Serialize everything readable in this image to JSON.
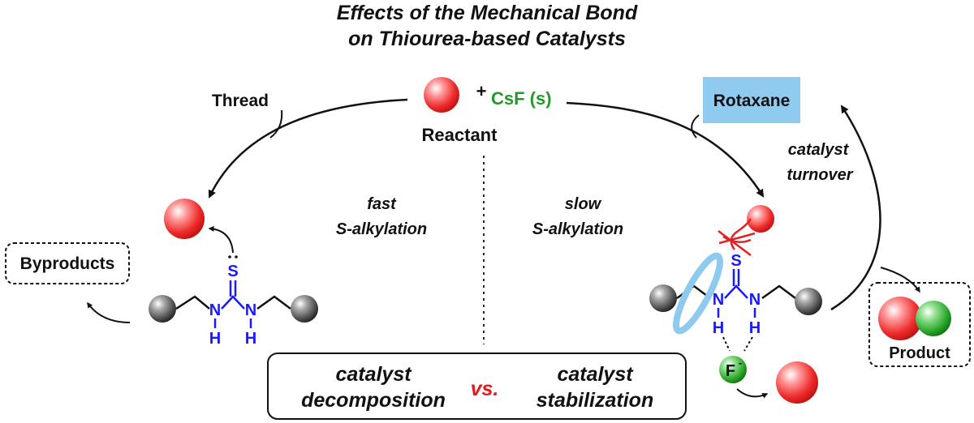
{
  "title": {
    "line1": "Effects of the Mechanical Bond",
    "line2": "on Thiourea-based Catalysts"
  },
  "labels": {
    "reactant": "Reactant",
    "plus": "+",
    "csf": "CsF (s)",
    "thread": "Thread",
    "rotaxane": "Rotaxane",
    "byproducts": "Byproducts",
    "product": "Product",
    "fast_line1": "fast",
    "fast_line2": "S-alkylation",
    "slow_line1": "slow",
    "slow_line2": "S-alkylation",
    "turnover_line1": "catalyst",
    "turnover_line2": "turnover"
  },
  "comparison": {
    "left_line1": "catalyst",
    "left_line2": "decomposition",
    "vs": "vs.",
    "right_line1": "catalyst",
    "right_line2": "stabilization"
  },
  "atoms": {
    "sulfur": "S",
    "nitrogen": "N",
    "hydrogen": "H",
    "fluoride": "F",
    "charge": "-"
  },
  "colors": {
    "csf_green": "#22992a",
    "thiourea_blue": "#1a1aff",
    "rotaxane_box": "#8fcbef",
    "ring_blue": "#8ec9ee",
    "vs_red": "#e01b1b",
    "cross_red": "#e22222"
  }
}
